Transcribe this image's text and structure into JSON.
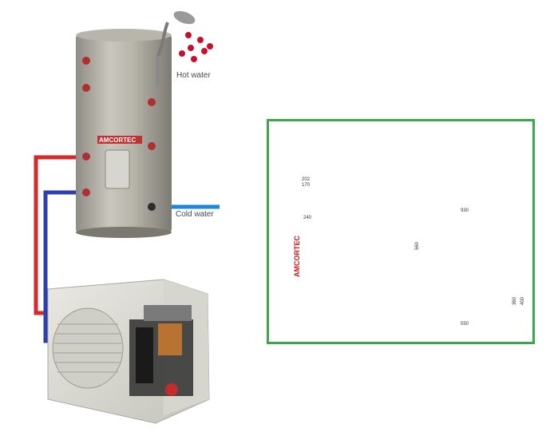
{
  "labels": {
    "hot_water": "Hot water",
    "cold_water": "Cold water"
  },
  "brand": {
    "tank_logo": "AMCORTEC",
    "small_tank_logo": "AMCORTEC"
  },
  "dimensions": {
    "tank_top_a": "202",
    "tank_top_b": "170",
    "tank_width": "240",
    "unit_width": "930",
    "unit_height": "560",
    "unit_depth": "550",
    "unit_side_a": "360",
    "unit_side_b": "400"
  },
  "colors": {
    "hot_pipe": "#d42a2a",
    "cold_pipe": "#2b3fb0",
    "cold_inlet": "#1e88d8",
    "panel_border": "#3aa84a",
    "water_drops": "#c8102e"
  }
}
